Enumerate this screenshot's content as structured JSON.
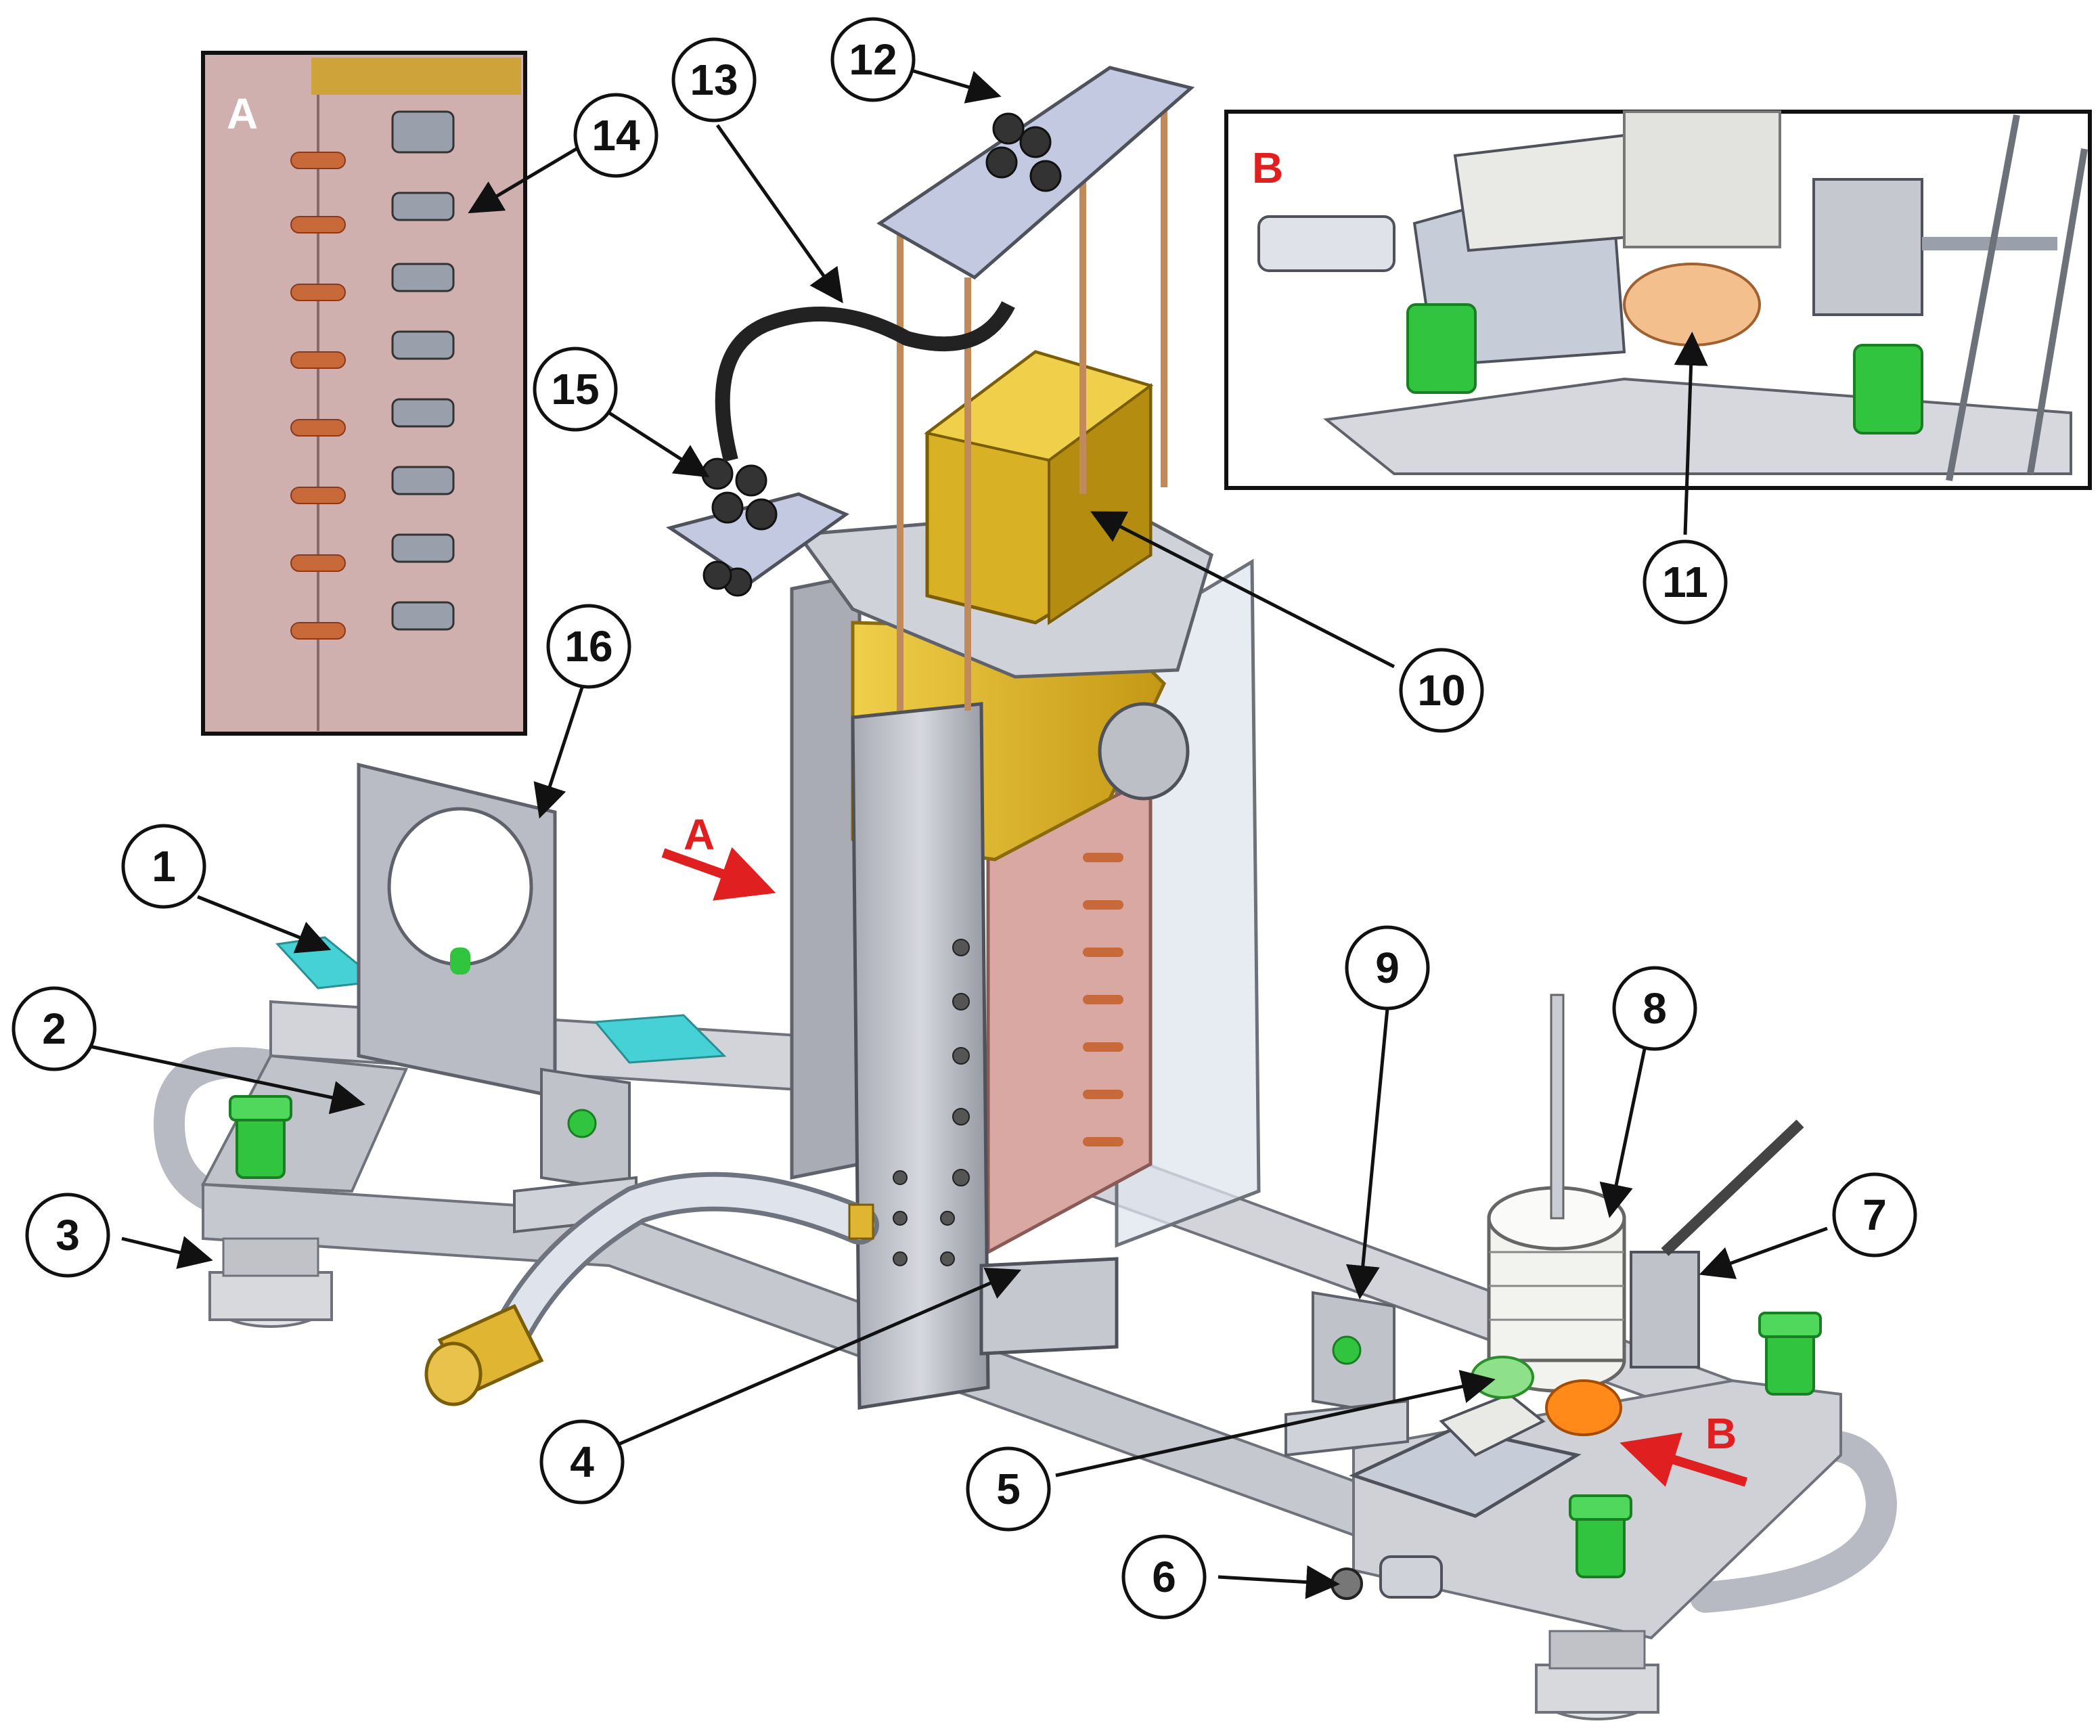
{
  "callouts": [
    {
      "id": "1",
      "label": "1"
    },
    {
      "id": "2",
      "label": "2"
    },
    {
      "id": "3",
      "label": "3"
    },
    {
      "id": "4",
      "label": "4"
    },
    {
      "id": "5",
      "label": "5"
    },
    {
      "id": "6",
      "label": "6"
    },
    {
      "id": "7",
      "label": "7"
    },
    {
      "id": "8",
      "label": "8"
    },
    {
      "id": "9",
      "label": "9"
    },
    {
      "id": "10",
      "label": "10"
    },
    {
      "id": "11",
      "label": "11"
    },
    {
      "id": "12",
      "label": "12"
    },
    {
      "id": "13",
      "label": "13"
    },
    {
      "id": "14",
      "label": "14"
    },
    {
      "id": "15",
      "label": "15"
    },
    {
      "id": "16",
      "label": "16"
    }
  ],
  "detail_views": {
    "a": {
      "letter": "A"
    },
    "b": {
      "letter": "B"
    }
  },
  "view_arrows": {
    "a": {
      "letter": "A"
    },
    "b": {
      "letter": "B"
    }
  },
  "colors": {
    "steel": "#c9ccd3",
    "steel_dark": "#8d9099",
    "copper_panel": "#d9a8a3",
    "heater_yellow": "#e1b82b",
    "fitting_green": "#31c43e",
    "spacer_cyan": "#45d1d6",
    "brass": "#e0b531",
    "weight_white": "#f2f2ef",
    "accent_red": "#e02020",
    "orange_block": "#ff8a1a"
  }
}
